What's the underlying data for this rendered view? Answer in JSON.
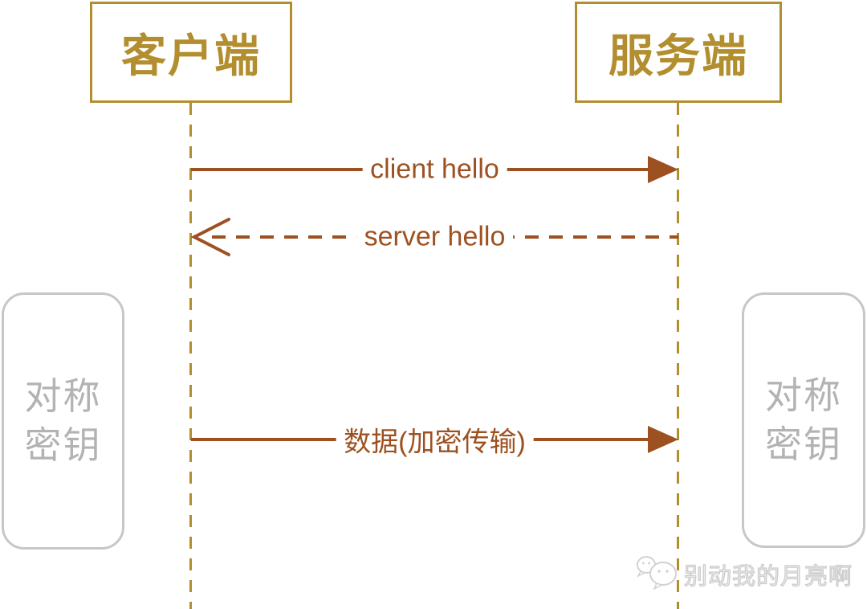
{
  "diagram": {
    "type": "sequence",
    "actors": {
      "client": "客户端",
      "server": "服务端"
    },
    "messages": {
      "client_hello": {
        "label": "client hello",
        "from": "client",
        "to": "server",
        "line": "solid",
        "arrowhead": "filled-triangle"
      },
      "server_hello": {
        "label": "server hello",
        "from": "server",
        "to": "client",
        "line": "dashed",
        "arrowhead": "open-chevron"
      },
      "data": {
        "label": "数据(加密传输)",
        "from": "client",
        "to": "server",
        "line": "solid",
        "arrowhead": "filled-triangle"
      }
    },
    "notes": {
      "left": {
        "line1": "对称",
        "line2": "密钥"
      },
      "right": {
        "line1": "对称",
        "line2": "密钥"
      }
    },
    "watermark": {
      "icon": "wechat-icon",
      "text": "别动我的月亮啊"
    },
    "colors": {
      "gold": "#B28E2F",
      "brown": "#9E5120",
      "note_border": "#C7C7C7",
      "note_text": "#B3B3B3",
      "watermark": "#CCCCCC",
      "background": "#FFFFFF"
    }
  }
}
